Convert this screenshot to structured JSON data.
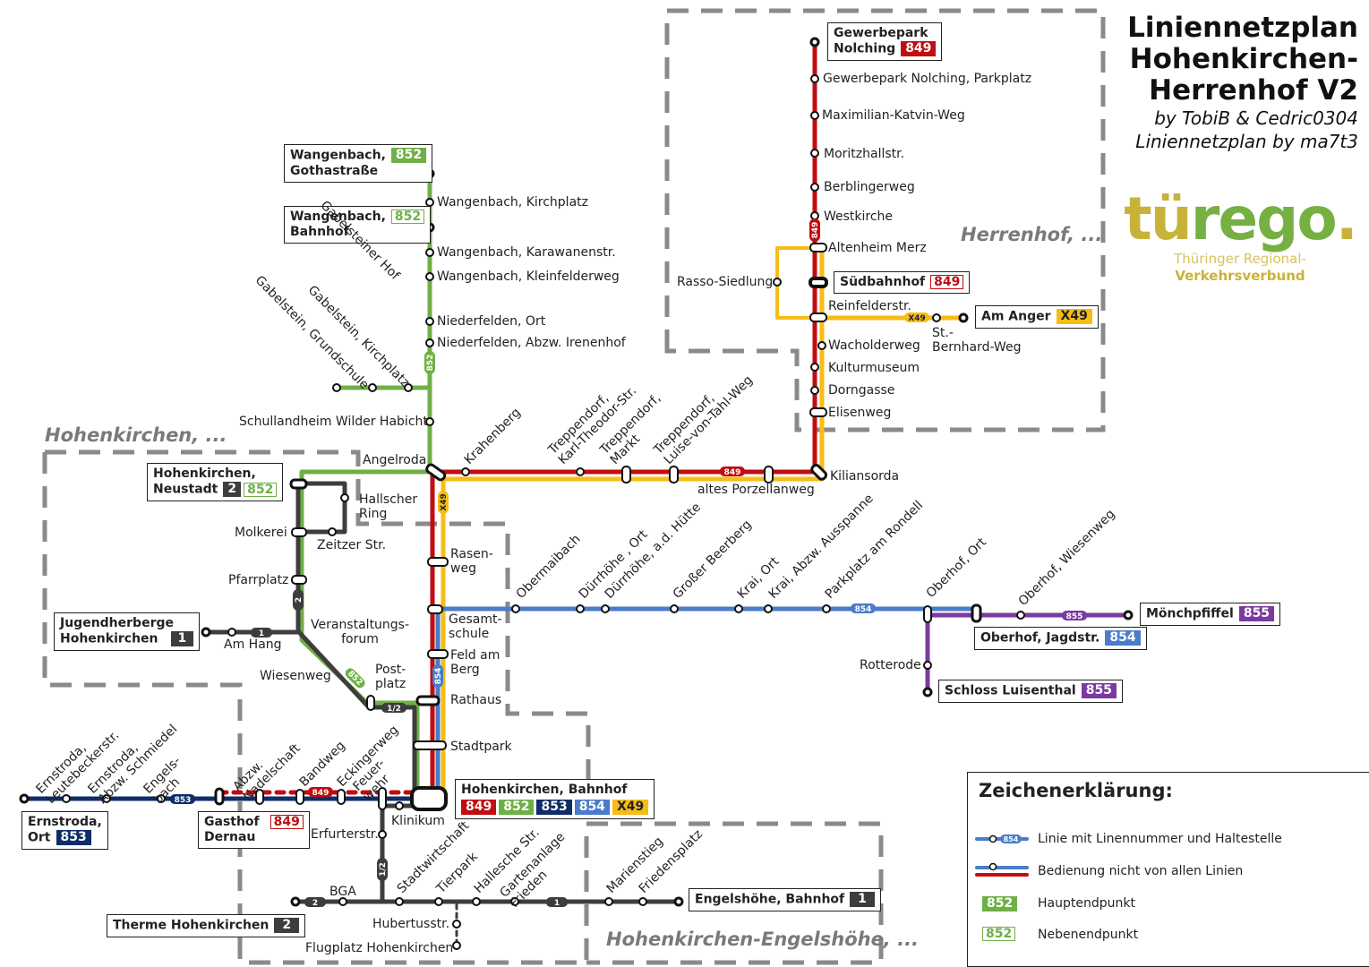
{
  "title": {
    "line1": "Liniennetzplan",
    "line2": "Hohenkirchen-",
    "line3": "Herrenhof V2",
    "credit1": "by TobiB & Cedric0304",
    "credit2": "Liniennetzplan by ma7t3"
  },
  "logo": {
    "word_yellow_1": "tü",
    "word_green": "rego",
    "word_yellow_2": ".",
    "sub1": "Thüringer Regional-",
    "sub2": "Verkehrsverbund"
  },
  "colors": {
    "849": "#c00d10",
    "852": "#6fb046",
    "853": "#0f2d68",
    "854": "#4a7cc9",
    "855": "#7b3aa0",
    "X49": "#f6bd16",
    "1": "#3d3d3d",
    "2": "#3d3d3d",
    "region_border": "#8a8a8a"
  },
  "regions": {
    "herrenhof": "Herrenhof, ...",
    "hohenkirchen": "Hohenkirchen, ...",
    "engelshoehe": "Hohenkirchen-Engelshöhe, ..."
  },
  "terminals": {
    "gewerbepark": {
      "name1": "Gewerbepark",
      "name2": "Nolching",
      "badges": [
        {
          "line": "849",
          "type": "main"
        }
      ]
    },
    "suedbahnhof": {
      "name1": "Südbahnhof",
      "badges": [
        {
          "line": "849",
          "type": "secondary"
        }
      ]
    },
    "am_anger": {
      "name1": "Am Anger",
      "badges": [
        {
          "line": "X49",
          "type": "main"
        }
      ]
    },
    "wangenbach_gotha": {
      "name1": "Wangenbach,",
      "name2": "Gothastraße",
      "badges": [
        {
          "line": "852",
          "type": "main"
        }
      ]
    },
    "wangenbach_bf": {
      "name1": "Wangenbach,",
      "name2": "Bahnhof",
      "badges": [
        {
          "line": "852",
          "type": "secondary"
        }
      ]
    },
    "neustadt": {
      "name1": "Hohenkirchen,",
      "name2": "Neustadt",
      "badges": [
        {
          "line": "2",
          "type": "main"
        },
        {
          "line": "852",
          "type": "secondary"
        }
      ]
    },
    "jugendherberge": {
      "name1": "Jugendherberge",
      "name2": "Hohenkirchen",
      "badges": [
        {
          "line": "1",
          "type": "main"
        }
      ]
    },
    "hk_bahnhof": {
      "name1": "Hohenkirchen, Bahnhof",
      "badges": [
        {
          "line": "849",
          "type": "main"
        },
        {
          "line": "852",
          "type": "main"
        },
        {
          "line": "853",
          "type": "main"
        },
        {
          "line": "854",
          "type": "main"
        },
        {
          "line": "X49",
          "type": "main"
        }
      ]
    },
    "ernstroda_ort": {
      "name1": "Ernstroda,",
      "name2": "Ort",
      "badges": [
        {
          "line": "853",
          "type": "main"
        }
      ]
    },
    "gasthof_dernau": {
      "name1": "Gasthof",
      "name2": "Dernau",
      "badges": [
        {
          "line": "849",
          "type": "secondary"
        }
      ]
    },
    "therme": {
      "name1": "Therme Hohenkirchen",
      "badges": [
        {
          "line": "2",
          "type": "main"
        }
      ]
    },
    "engelshoehe_bf": {
      "name1": "Engelshöhe, Bahnhof",
      "badges": [
        {
          "line": "1",
          "type": "main"
        }
      ]
    },
    "moenchpfiffel": {
      "name1": "Mönchpfiffel",
      "badges": [
        {
          "line": "855",
          "type": "main"
        }
      ]
    },
    "oberhof_jagdstr": {
      "name1": "Oberhof, Jagdstr.",
      "badges": [
        {
          "line": "854",
          "type": "main"
        }
      ]
    },
    "schloss_luisenthal": {
      "name1": "Schloss Luisenthal",
      "badges": [
        {
          "line": "855",
          "type": "main"
        }
      ]
    }
  },
  "stops": {
    "gewerbepark_parkplatz": "Gewerbepark Nolching, Parkplatz",
    "maximilian": "Maximilian-Katvin-Weg",
    "moritzhall": "Moritzhallstr.",
    "berblinger": "Berblingerweg",
    "westkirche": "Westkirche",
    "altenheim": "Altenheim Merz",
    "rasso": "Rasso-Siedlung",
    "reinfelder": "Reinfelderstr.",
    "st_bernhard": "St.-\nBernhard-Weg",
    "wacholder": "Wacholderweg",
    "kulturmuseum": "Kulturmuseum",
    "dorngasse": "Dorngasse",
    "elisenweg": "Elisenweg",
    "kiliansorda": "Kiliansorda",
    "altes_porzellan": "altes Porzellanweg",
    "wb_kirchplatz": "Wangenbach, Kirchplatz",
    "wb_karawanen": "Wangenbach, Karawanenstr.",
    "wb_kleinfelder": "Wangenbach, Kleinfelderweg",
    "nf_ort": "Niederfelden, Ort",
    "nf_irenenhof": "Niederfelden, Abzw. Irenenhof",
    "gabelsteiner_hof": "Gabelsteiner Hof",
    "gabelstein_grundschule": "Gabelstein, Grundschule",
    "gabelstein_kirchplatz": "Gabelstein, Kirchplatz",
    "schullandheim": "Schullandheim Wilder Habicht",
    "angelroda": "Angelroda",
    "krahenberg": "Krahenberg",
    "treppendorf_karl": "Treppendorf,\nKarl-Theodor-Str.",
    "treppendorf_markt": "Treppendorf,\nMarkt",
    "treppendorf_luise": "Treppendorf,\nLuise-von-Tahl-Weg",
    "hallscher_ring": "Hallscher\nRing",
    "molkerei": "Molkerei",
    "zeitzer": "Zeitzer Str.",
    "pfarrplatz": "Pfarrplatz",
    "am_hang": "Am Hang",
    "veranstaltung": "Veranstaltungs-\nforum",
    "wiesenweg": "Wiesenweg",
    "postplatz": "Post-\nplatz",
    "rasenweg": "Rasen-\nweg",
    "gesamtschule": "Gesamt-\nschule",
    "feld_am_berg": "Feld am\nBerg",
    "rathaus": "Rathaus",
    "stadtpark": "Stadtpark",
    "obermaibach": "Obermaibach",
    "duerrhoehe_ort": "Dürrhöhe , Ort",
    "duerrhoehe_huette": "Dürrhöhe, a.d. Hütte",
    "grosser_beerberg": "Großer Beerberg",
    "krai_ort": "Krai, Ort",
    "krai_ausspanne": "Krai, Abzw. Ausspanne",
    "parkplatz_rondell": "Parkplatz am Rondell",
    "oberhof_ort": "Oberhof, Ort",
    "oberhof_wiesenweg": "Oberhof, Wiesenweg",
    "rotterode": "Rotterode",
    "ernstroda_leutebecker": "Ernstroda,\nLeutebeckerstr.",
    "ernstroda_schmiedel": "Ernstroda,\nAbzw. Schmiedel",
    "engelsbach": "Engels-\nbach",
    "abzw_nadelschaft": "Abzw.\nNadelschaft",
    "bandweg": "Bandweg",
    "eckingerweg": "Eckingerweg",
    "feuerwehr": "Feuer-\nwehr",
    "klinikum": "Klinikum",
    "erfurterstr": "Erfurterstr.",
    "bga": "BGA",
    "stadtwirtschaft": "Stadtwirtschaft",
    "tierpark": "Tierpark",
    "hallesche": "Hallesche Str.",
    "gartenanlage": "Gartenanlage\nFrieden",
    "marienstieg": "Marienstieg",
    "friedensplatz": "Friedensplatz",
    "hubertusstr": "Hubertusstr.",
    "flugplatz": "Flugplatz Hohenkirchen"
  },
  "line_labels": {
    "l849_a": "849",
    "l849_b": "849",
    "l849_c": "849",
    "l852_a": "852",
    "l852_b": "852",
    "lX49_a": "X49",
    "lX49_b": "X49",
    "l853": "853",
    "l854_a": "854",
    "l854_b": "854",
    "l855": "855",
    "l1_a": "1",
    "l1_b": "1",
    "l2_a": "2",
    "l2_b": "2",
    "l12_a": "1/2",
    "l12_b": "1/2"
  },
  "legend": {
    "title": "Zeichenerklärung:",
    "items": [
      {
        "symbol": "line-with-number",
        "line": "854",
        "label": "Linie mit Linennummer und Haltestelle"
      },
      {
        "symbol": "partial-service",
        "label": "Bedienung nicht von allen Linien"
      },
      {
        "symbol": "main-endpoint",
        "line": "852",
        "label": "Hauptendpunkt"
      },
      {
        "symbol": "secondary-endpoint",
        "line": "852",
        "label": "Nebenendpunkt"
      }
    ]
  }
}
